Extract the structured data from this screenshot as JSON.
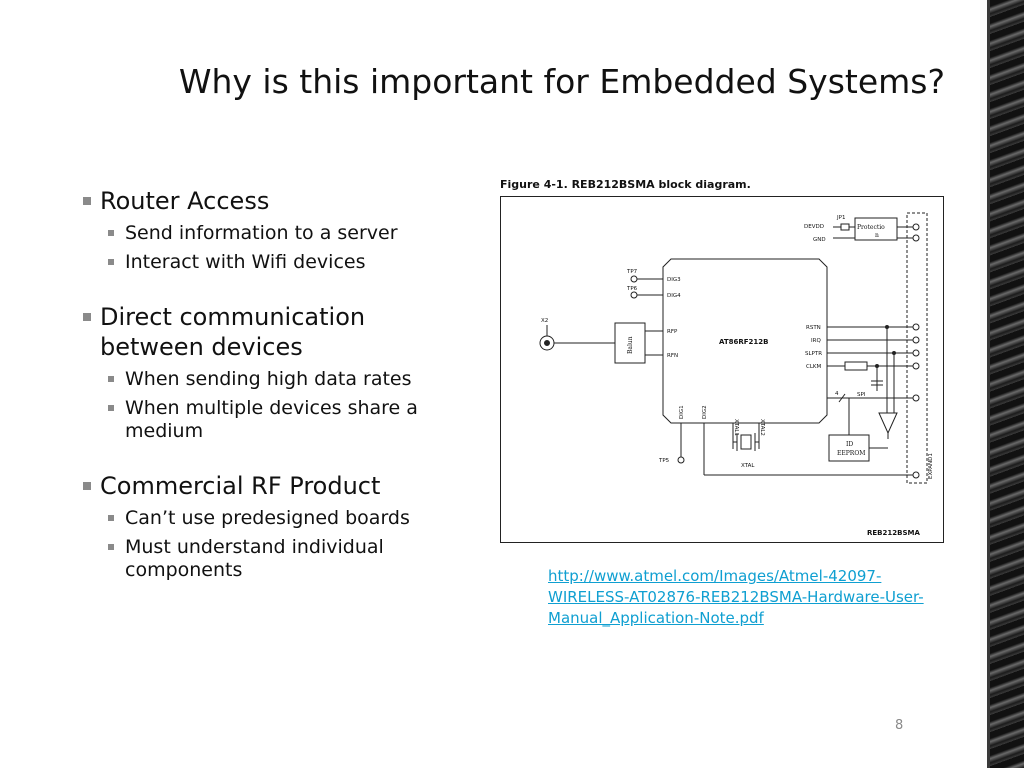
{
  "slide": {
    "title": "Why is this important for Embedded Systems?",
    "page_number": "8",
    "sections": [
      {
        "heading": "Router Access",
        "items": [
          "Send information to a server",
          "Interact with Wifi devices"
        ]
      },
      {
        "heading": "Direct communication between devices",
        "items": [
          "When sending high data rates",
          "When multiple devices share a medium"
        ]
      },
      {
        "heading": "Commercial RF Product",
        "items": [
          "Can’t use predesigned boards",
          "Must understand individual components"
        ]
      }
    ],
    "link": "http://www.atmel.com/Images/Atmel-42097-WIRELESS-AT02876-REB212BSMA-Hardware-User-Manual_Application-Note.pdf"
  },
  "figure": {
    "caption": "Figure 4-1.    REB212BSMA block diagram.",
    "board_name": "REB212BSMA",
    "chip": "AT86RF212B",
    "balun": "Balun",
    "protection": [
      "Protectio",
      "n"
    ],
    "eeprom": [
      "ID",
      "EEPROM"
    ],
    "xtal": "XTAL",
    "expand": "EXPAND1",
    "labels": {
      "x2": "X2",
      "tp7": "TP7",
      "tp6": "TP6",
      "tp5": "TP5",
      "jp1": "JP1",
      "devdd": "DEVDD",
      "gnd": "GND",
      "dig3": "DIG3",
      "dig4": "DIG4",
      "rfp": "RFP",
      "rfn": "RFN",
      "rstn": "RSTN",
      "irq": "IRQ",
      "slptr": "SLPTR",
      "clkm": "CLKM",
      "spi": "SPI",
      "spi_width": "4",
      "dig1": "DIG1",
      "dig2": "DIG2",
      "xtal1": "XTAL1",
      "xtal2": "XTAL2"
    }
  }
}
